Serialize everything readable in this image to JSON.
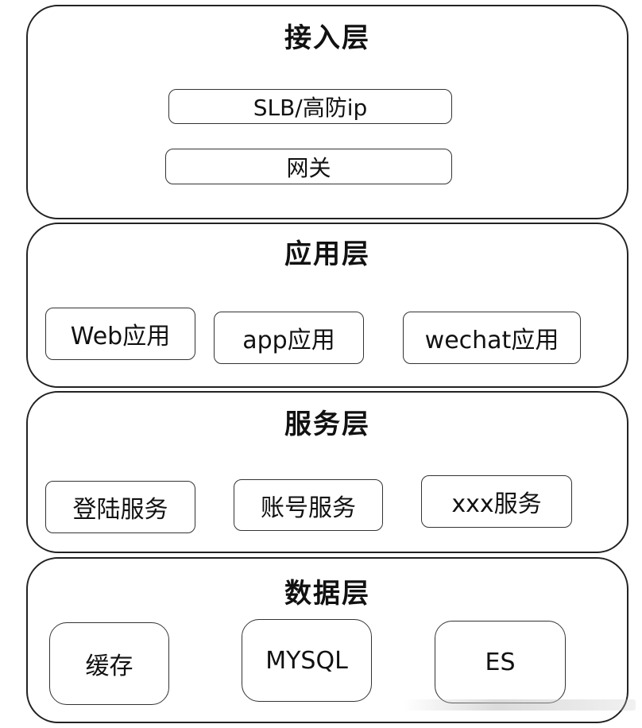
{
  "layers": {
    "access": {
      "title": "接入层",
      "items": [
        "SLB/高防ip",
        "网关"
      ]
    },
    "application": {
      "title": "应用层",
      "items": [
        "Web应用",
        "app应用",
        "wechat应用"
      ]
    },
    "service": {
      "title": "服务层",
      "items": [
        "登陆服务",
        "账号服务",
        "xxx服务"
      ]
    },
    "data": {
      "title": "数据层",
      "items": [
        "缓存",
        "MYSQL",
        "ES"
      ]
    }
  }
}
